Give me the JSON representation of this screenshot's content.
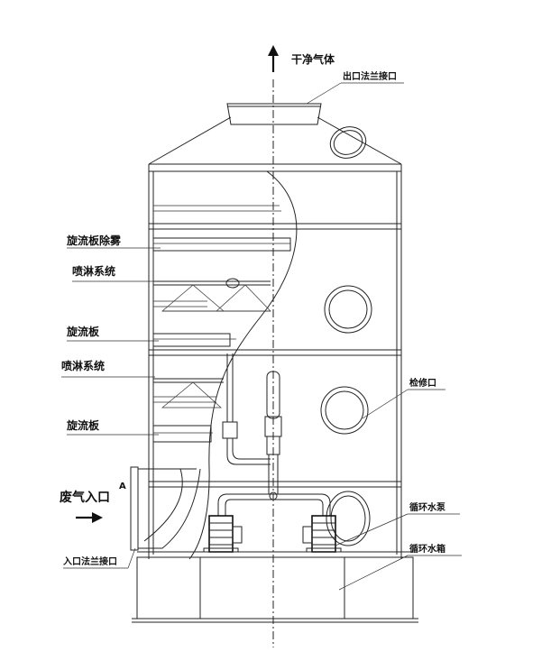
{
  "labels": {
    "clean_gas": "干净气体",
    "outlet_flange": "出口法兰接口",
    "swirl_demister": "旋流板除雾",
    "spray_system_1": "喷淋系统",
    "swirl_plate_1": "旋流板",
    "spray_system_2": "喷淋系统",
    "swirl_plate_2": "旋流板",
    "inspection_port": "检修口",
    "waste_gas_inlet": "废气入口",
    "section_mark": "A",
    "inlet_flange": "入口法兰接口",
    "circulating_pump": "循环水泵",
    "circulating_tank": "循环水箱"
  },
  "icons": {
    "up_arrow": "arrow-up-icon",
    "right_arrow": "arrow-right-icon"
  },
  "colors": {
    "line": "#222222",
    "background": "#ffffff"
  }
}
